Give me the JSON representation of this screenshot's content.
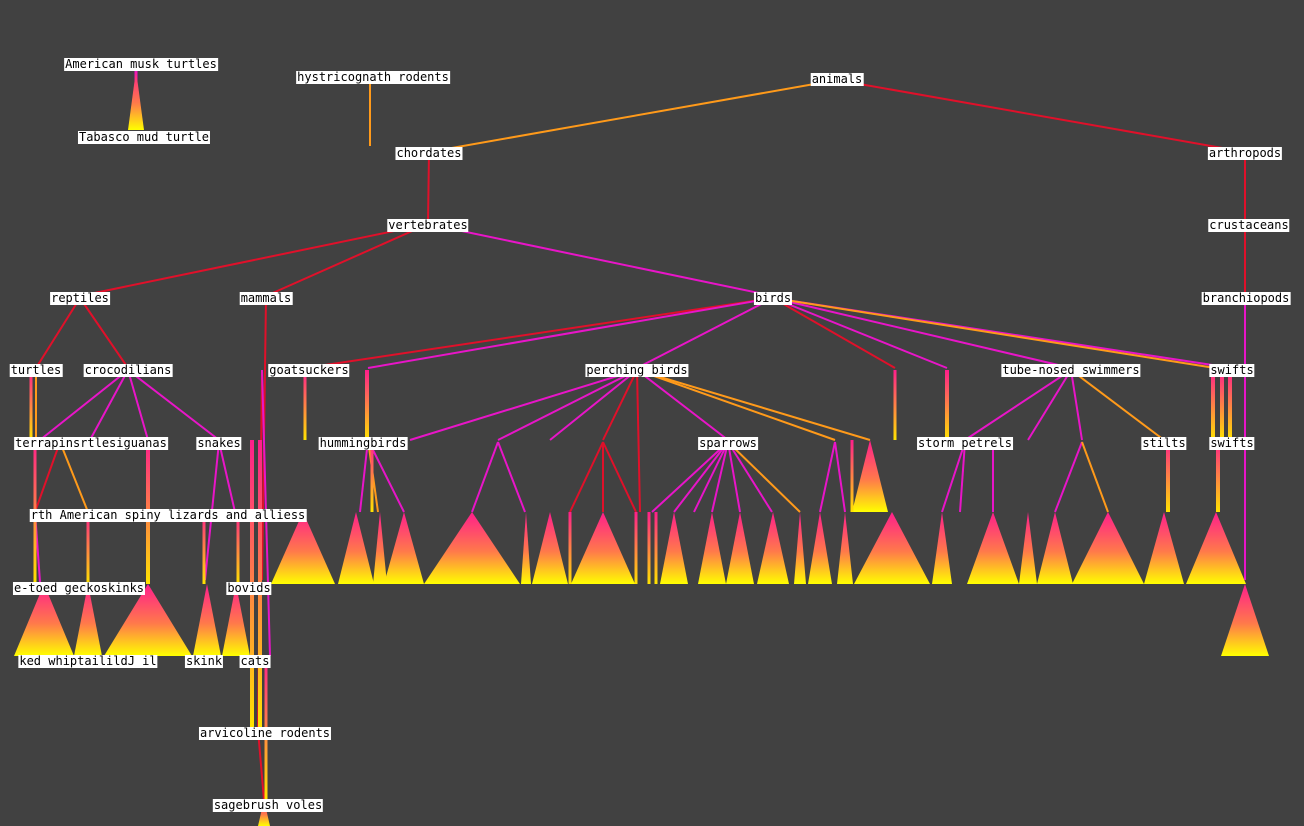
{
  "colors": {
    "background": "#414141",
    "edge_primary": "#e0102a",
    "edge_secondary": "#e815c8",
    "edge_warm": "#ff9a1a",
    "fan_top": "#ff2a8a",
    "fan_bottom": "#ffff00",
    "label_bg": "#ffffff",
    "label_text": "#000000"
  },
  "labels": {
    "american_musk_turtles": "American musk turtles",
    "tabasco_mud_turtle": "Tabasco mud turtle",
    "hystricognath_rodents": "hystricognath rodents",
    "animals": "animals",
    "chordates": "chordates",
    "arthropods": "arthropods",
    "vertebrates": "vertebrates",
    "crustaceans": "crustaceans",
    "reptiles": "reptiles",
    "mammals": "mammals",
    "birds": "birds",
    "branchiopods": "branchiopods",
    "turtles": "turtles",
    "crocodilians": "crocodilians",
    "goatsuckers": "goatsuckers",
    "perching_birds": "perching birds",
    "tube_nosed_swimmers": "tube-nosed swimmers",
    "swifts_1": "swifts",
    "terrapins_cluster": "terrapinsrtlesiguanas",
    "snakes": "snakes",
    "hummingbirds": "hummingbirds",
    "sparrows": "sparrows",
    "storm_petrels": "storm petrels",
    "stilts": "stilts",
    "swifts_2": "swifts",
    "spiny_lizards": "rth American spiny lizards and alliess",
    "geckos_skinks": "e-toed geckoskinks",
    "bovids": "bovids",
    "whiptail_cluster": "ked whiptailildJ il",
    "skink": "skink",
    "cats": "cats",
    "arvicoline_rodents": "arvicoline rodents",
    "sagebrush_voles": "sagebrush voles"
  }
}
